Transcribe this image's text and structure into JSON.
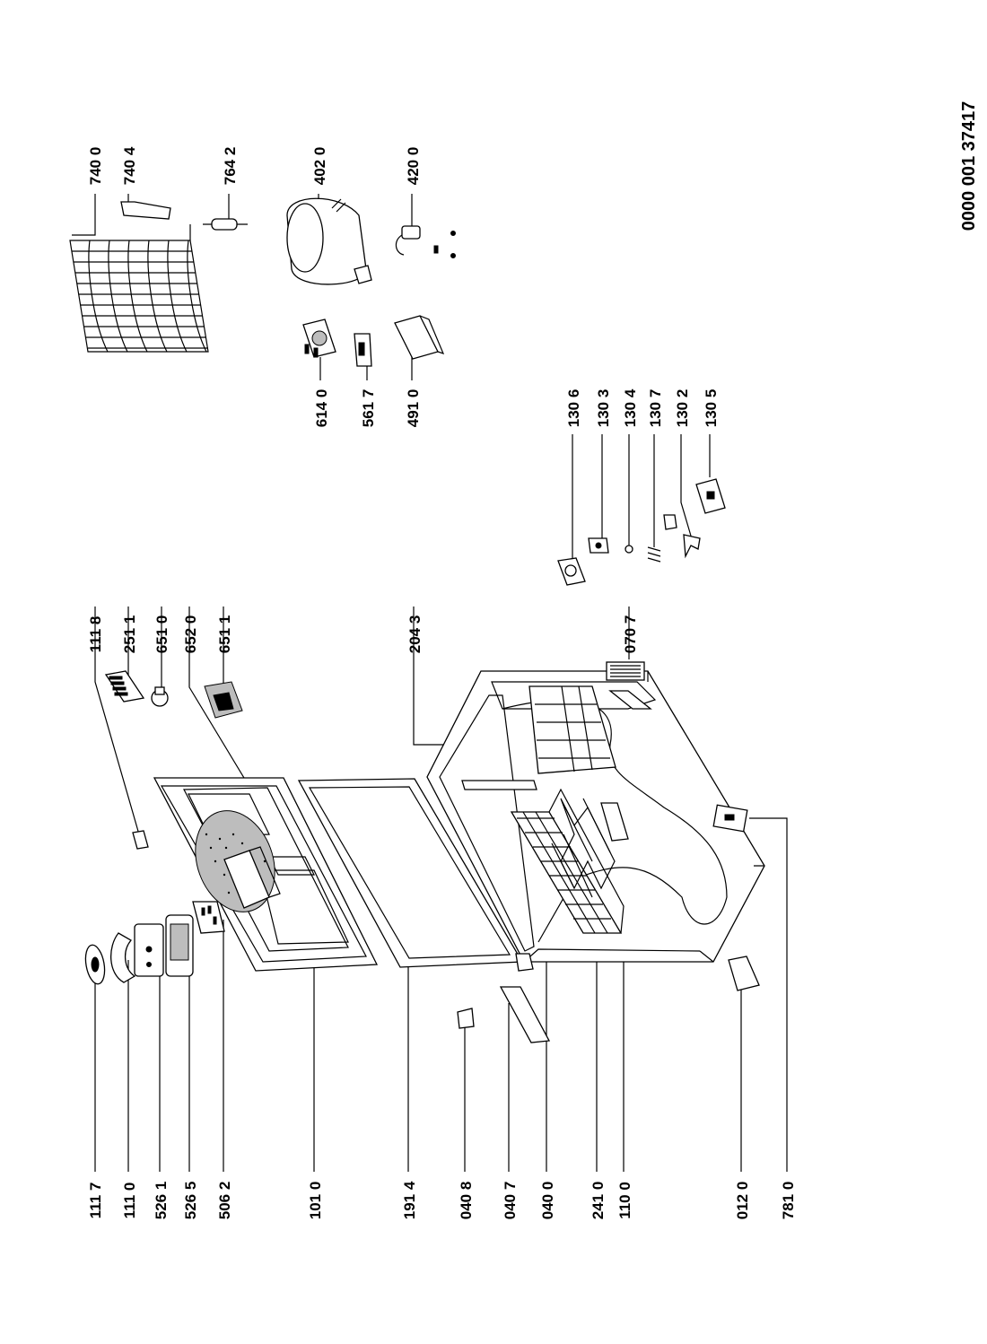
{
  "document_id": "0000 001 37417",
  "parts": {
    "p1117": "111 7",
    "p1110": "111 0",
    "p5261": "526 1",
    "p5265": "526 5",
    "p5062": "506 2",
    "p1010": "101 0",
    "p1914": "191 4",
    "p0408": "040 8",
    "p0407": "040 7",
    "p0400": "040 0",
    "p2410": "241 0",
    "p1100": "110 0",
    "p0120": "012 0",
    "p7810": "781 0",
    "p1118": "111 8",
    "p2511": "251 1",
    "p6510": "651 0",
    "p6520": "652 0",
    "p6511": "651 1",
    "p2043": "204 3",
    "p0707": "070 7",
    "p1306": "130 6",
    "p1303": "130 3",
    "p1304": "130 4",
    "p1307": "130 7",
    "p1302": "130 2",
    "p1305": "130 5",
    "p6140": "614 0",
    "p5617": "561 7",
    "p4910": "491 0",
    "p7400": "740 0",
    "p7404": "740 4",
    "p7642": "764 2",
    "p4020": "402 0",
    "p4200": "420 0"
  }
}
